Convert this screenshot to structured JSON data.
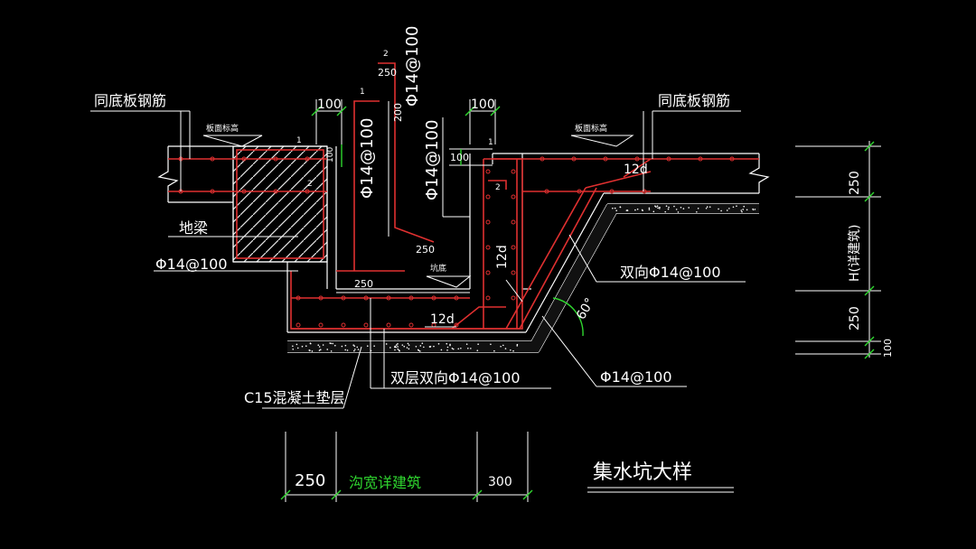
{
  "drawing": {
    "title": "集水坑大样",
    "labels": {
      "same_slab_left": "同底板钢筋",
      "same_slab_right": "同底板钢筋",
      "slab_level_left": "板面标高",
      "slab_level_right": "板面标高",
      "ground_beam": "地梁",
      "rebar_left": "Φ14@100",
      "c15": "C15混凝土垫层",
      "double_layer": "双层双向Φ14@100",
      "two_way": "双向Φ14@100",
      "rebar_bottom_right": "Φ14@100",
      "pit_bottom": "坑底",
      "v_rebar_1": "Φ14@100",
      "v_rebar_2": "Φ14@100",
      "v_rebar_3": "Φ14@100",
      "angle": "60°",
      "d12_top": "12d",
      "d12_mid": "12d",
      "d12_bot": "12d"
    },
    "dims": {
      "d100_left": "100",
      "d100_right": "100",
      "d100_small_left": "100",
      "d100_small_right": "100",
      "d250_top": "250",
      "d200": "200",
      "d250_inner": "250",
      "d250_bottom": "250",
      "mark1_a": "1",
      "mark2_a": "2",
      "mark1_b": "1",
      "mark2_b": "2",
      "mark1_c": "1",
      "mark2_c": "2",
      "right_250_top": "250",
      "right_H": "H(详建筑)",
      "right_250_bot": "250",
      "right_100": "100",
      "bottom_250": "250",
      "bottom_width": "沟宽详建筑",
      "bottom_300": "300"
    }
  }
}
